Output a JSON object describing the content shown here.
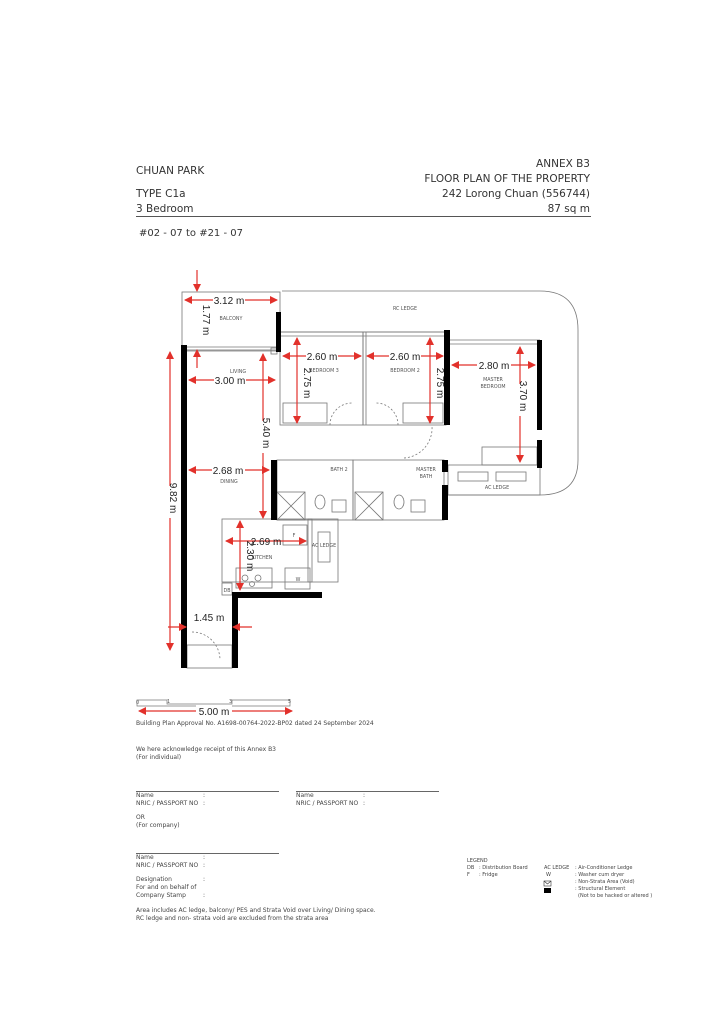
{
  "header": {
    "project": "CHUAN PARK",
    "type": "TYPE C1a",
    "bedrooms": "3 Bedroom",
    "annex": "ANNEX B3",
    "doc_title": "FLOOR PLAN OF THE PROPERTY",
    "address": "242 Lorong Chuan (556744)",
    "area": "87 sq m",
    "units": "#02 - 07 to #21 - 07"
  },
  "rooms": {
    "balcony": "BALCONY",
    "rc_ledge": "RC LEDGE",
    "living": "LIVING",
    "bedroom3": "BEDROOM 3",
    "bedroom2": "BEDROOM 2",
    "master_bedroom_1": "MASTER",
    "master_bedroom_2": "BEDROOM",
    "bath2": "BATH 2",
    "master_bath_1": "MASTER",
    "master_bath_2": "BATH",
    "ac_ledge": "AC LEDGE",
    "dining": "DINING",
    "kitchen": "KITCHEN",
    "ac_ledge_kitchen": "AC LEDGE",
    "fridge": "F",
    "washer": "W",
    "db": "DB"
  },
  "dimensions": {
    "balcony_width": "3.12 m",
    "balcony_depth": "1.77 m",
    "living_width": "3.00 m",
    "living_dining_length": "5.40 m",
    "overall_length": "9.82 m",
    "bedroom3_width": "2.60 m",
    "bedroom3_depth": "2.75 m",
    "bedroom2_width": "2.60 m",
    "bedroom2_depth": "2.75 m",
    "master_width": "2.80 m",
    "master_depth": "3.70 m",
    "dining_width": "2.68 m",
    "kitchen_width": "2.69 m",
    "kitchen_depth": "2.30 m",
    "entry_width": "1.45 m"
  },
  "scale_bar": {
    "ticks": [
      "0",
      "1",
      "3",
      "5"
    ],
    "label": "5.00 m"
  },
  "approval": "Building Plan Approval No. A1698-00764-2022-BP02 dated 24 September 2024",
  "acknowledge": {
    "line1": "We here acknowledge receipt of this Annex B3",
    "line2": "(For individual)",
    "name_label": "Name",
    "nric_label": "NRIC / PASSPORT NO",
    "colon": ":",
    "or": "OR",
    "for_company": "(For company)",
    "designation": "Designation",
    "on_behalf": "For and on behalf of",
    "stamp": "Company Stamp"
  },
  "note": {
    "line1": "Area includes AC ledge, balcony/ PES and Strata Void over Living/ Dining space.",
    "line2": "RC ledge and non- strata void are excluded from the strata area"
  },
  "legend": {
    "title": "LEGEND",
    "items": [
      {
        "key": "DB",
        "desc": ": Distribution Board"
      },
      {
        "key": "F",
        "desc": ": Fridge"
      },
      {
        "key": "AC LEDGE",
        "desc": ": Air-Conditioner Ledge"
      },
      {
        "key": "W",
        "desc": ": Washer cum dryer"
      },
      {
        "key": "void-symbol",
        "desc": ": Non-Strata Area (Void)"
      },
      {
        "key": "structural-symbol",
        "desc": ": Structural Element"
      }
    ],
    "structural_note": "(Not to be hacked or altered )"
  },
  "colors": {
    "dimension": "#e2312b",
    "wall": "#000000",
    "line": "#666666"
  }
}
